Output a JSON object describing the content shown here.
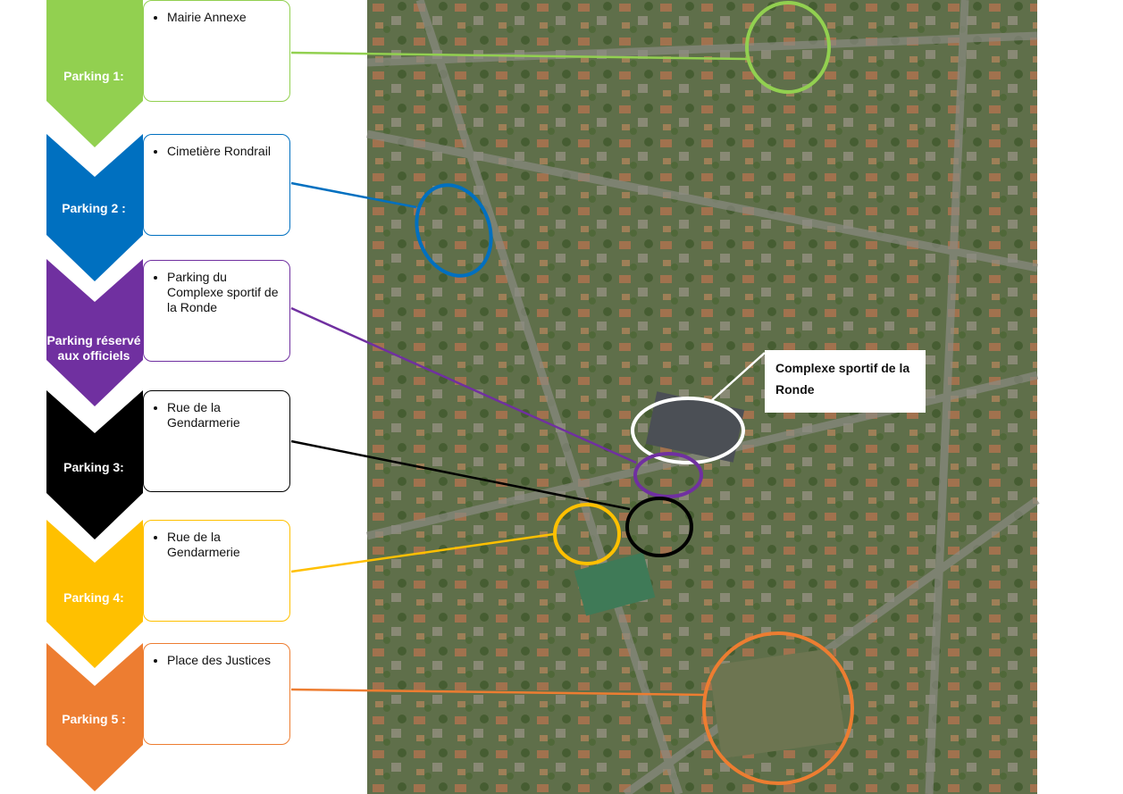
{
  "parkings": [
    {
      "label": "Parking 1:",
      "color": "#92d050",
      "item": "Mairie Annexe"
    },
    {
      "label": "Parking 2 :",
      "color": "#0070c0",
      "item": "Cimetière Rondrail"
    },
    {
      "label": "Parking réservé aux officiels",
      "color": "#7030a0",
      "item": "Parking du Complexe sportif de la Ronde"
    },
    {
      "label": "Parking 3:",
      "color": "#000000",
      "item": "Rue de la Gendarmerie"
    },
    {
      "label": "Parking 4:",
      "color": "#ffc000",
      "item": "Rue de la Gendarmerie"
    },
    {
      "label": "Parking 5 :",
      "color": "#ed7d31",
      "item": "Place des Justices"
    }
  ],
  "callout": {
    "text": "Complexe sportif de la Ronde"
  }
}
